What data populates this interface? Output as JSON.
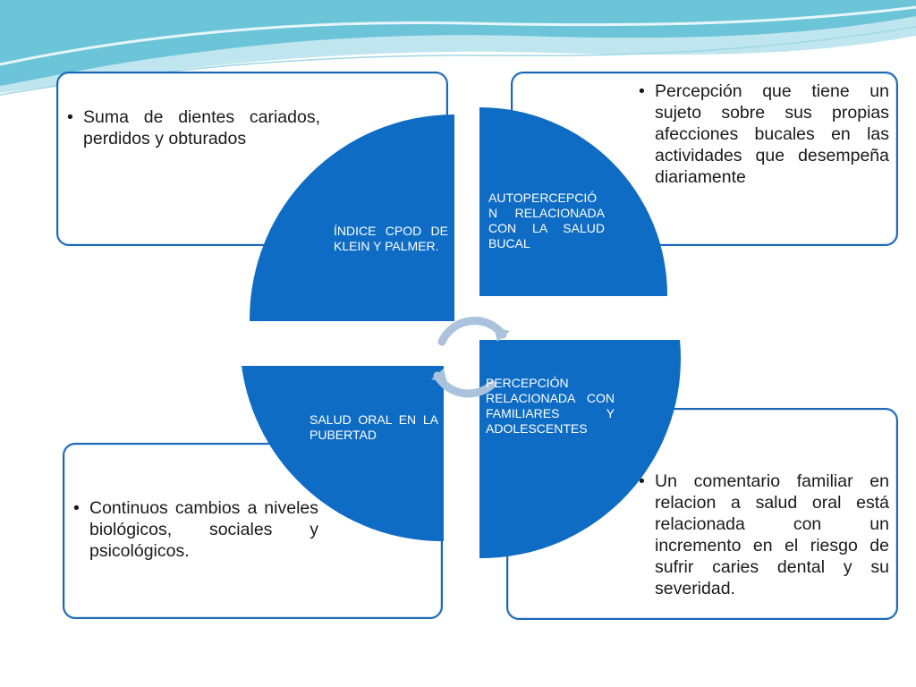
{
  "colors": {
    "wave_dark": "#6cc4d9",
    "wave_light": "#bfe6ef",
    "quadrant_blue": "#0f6cc4",
    "card_border": "#1a67b8",
    "cycle_arrow": "#aac2dc"
  },
  "quadrants": [
    {
      "id": "tl",
      "label": "ÍNDICE CPOD DE KLEIN Y PALMER.",
      "description": "Suma de dientes cariados, perdidos y obturados"
    },
    {
      "id": "tr",
      "label": "AUTOPERCEPCIÓN RELACIONADA CON LA SALUD BUCAL",
      "description": "Percepción que tiene un sujeto sobre sus propias afecciones bucales en las actividades que desempeña diariamente"
    },
    {
      "id": "bl",
      "label": "SALUD ORAL EN LA PUBERTAD",
      "description": "Continuos cambios a niveles biológicos, sociales y psicológicos."
    },
    {
      "id": "br",
      "label": "PERCEPCIÓN RELACIONADA CON FAMILIARES Y ADOLESCENTES",
      "description": "Un comentario familiar en relacion a salud oral está relacionada con un incremento en el riesgo de sufrir caries dental y su severidad."
    }
  ],
  "bullet": "•"
}
